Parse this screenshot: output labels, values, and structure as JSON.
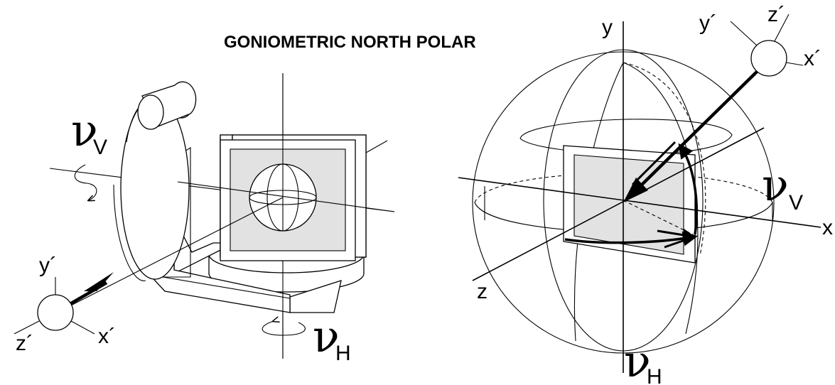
{
  "title": "GONIOMETRIC NORTH POLAR",
  "left_figure": {
    "rotation_vertical": {
      "symbol": "ν",
      "subscript": "V"
    },
    "rotation_horizontal": {
      "symbol": "ν",
      "subscript": "H"
    },
    "axes": {
      "y": "y´",
      "x": "x´",
      "z": "z´"
    }
  },
  "right_figure": {
    "axes": {
      "y": "y",
      "x": "x",
      "z": "z"
    },
    "source_axes": {
      "y": "y´",
      "z": "z´",
      "x": "x´"
    },
    "rotation_vertical": {
      "symbol": "ν",
      "subscript": "V"
    },
    "rotation_horizontal": {
      "symbol": "ν",
      "subscript": "H"
    }
  },
  "colors": {
    "panel": "#e2e2e2",
    "line": "#000000",
    "background": "#ffffff"
  }
}
